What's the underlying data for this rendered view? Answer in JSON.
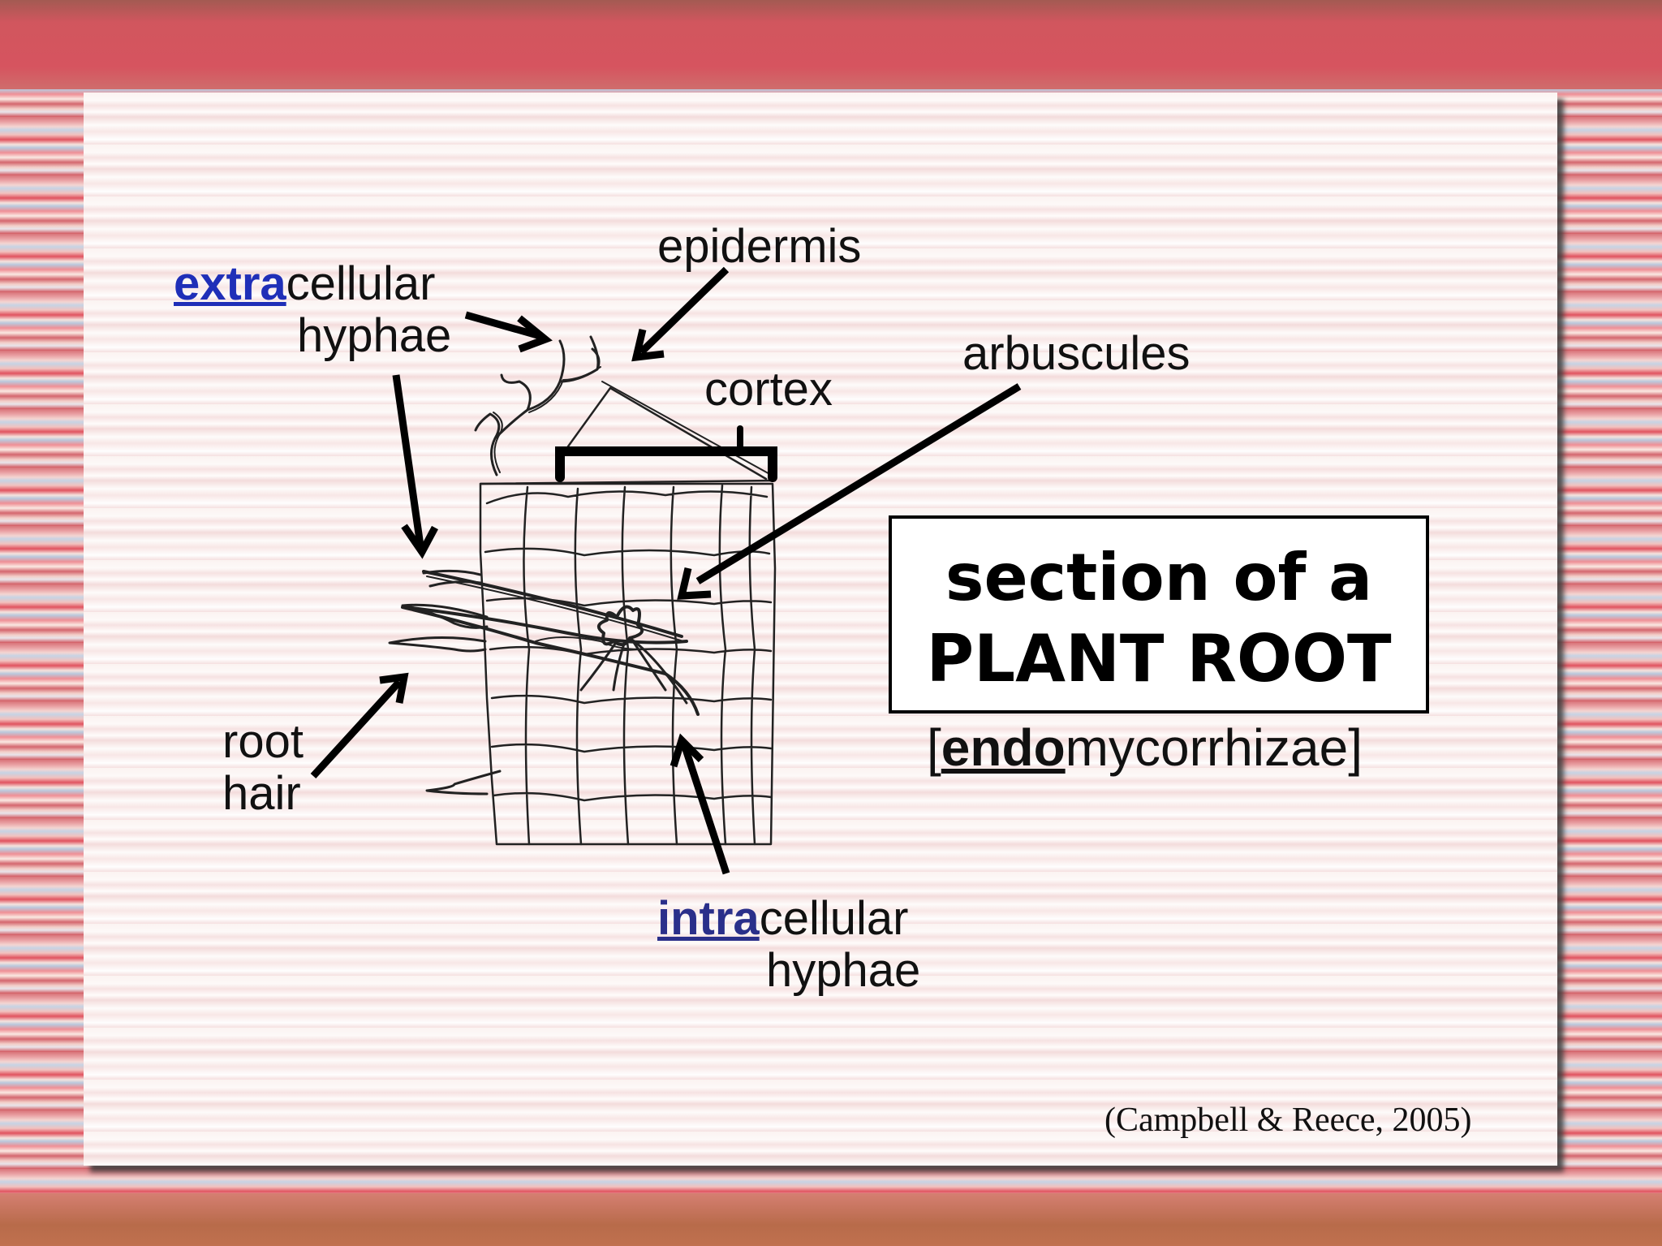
{
  "labels": {
    "epidermis": "epidermis",
    "extracellular_prefix": "extra",
    "extracellular_rest": "cellular",
    "extracellular_line2": "hyphae",
    "arbuscules": "arbuscules",
    "cortex": "cortex",
    "root_hair_line1": "root",
    "root_hair_line2": "hair",
    "intracellular_prefix": "intra",
    "intracellular_rest": "cellular",
    "intracellular_line2": "hyphae"
  },
  "title_box": {
    "line1": "section of a",
    "line2": "PLANT ROOT"
  },
  "subtitle": {
    "open_bracket": "[",
    "prefix": "endo",
    "rest": "mycorrhizae",
    "close_bracket": "]"
  },
  "citation": "(Campbell & Reece, 2005)",
  "colors": {
    "extra_prefix": "#1f2fb8",
    "intra_prefix": "#2a2f8a",
    "text": "#111111",
    "background_accent": "#d6545f"
  }
}
